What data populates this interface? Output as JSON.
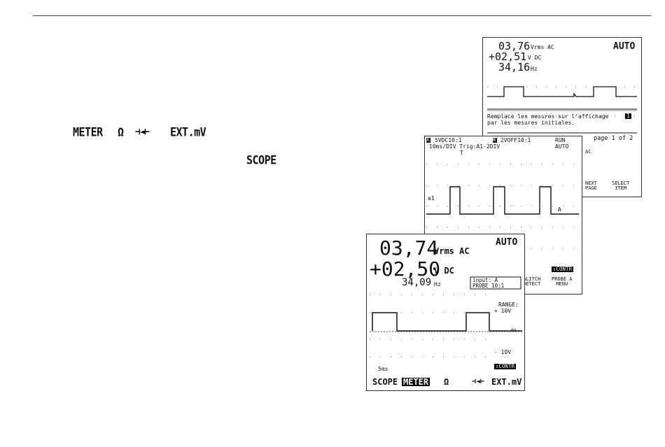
{
  "text_keys": {
    "meter": "METER",
    "ohm": "Ω",
    "diode": "⊣◄⊢",
    "extmv": "EXT.mV",
    "scope": "SCOPE"
  },
  "screen_back": {
    "reading_1": "03,76",
    "unit_1": "Vrms AC",
    "reading_2": "+02,51",
    "unit_2": "V DC",
    "reading_3": "34,16",
    "unit_3": "Hz",
    "mode": "AUTO",
    "help_line_1": "Remplace les mesures sur l'affichage",
    "help_line_2": "par les mesures initiales.",
    "help_icon": "1",
    "page_indicator": "page 1 of 2",
    "side_text": "AC",
    "softkey_next_1": "NEXT",
    "softkey_next_2": "PAGE",
    "softkey_select_1": "SELECT",
    "softkey_select_2": "ITEM"
  },
  "screen_middle": {
    "ch_a_label": "A",
    "ch_a_setting": "5VDC10:1",
    "ch_b_label": "B",
    "ch_b_setting": "2VOFF10:1",
    "run": "RUN",
    "timebase": "10ms/DIV Trig:A1-2DIV",
    "auto": "AUTO",
    "trigger_marker": "T",
    "channel_marker": "a1",
    "ground_marker": "A",
    "contr": "⇕CONTR",
    "softkey_glitch_1": "GLITCH",
    "softkey_glitch_2": "DETECT",
    "softkey_probe_1": "PROBE A",
    "softkey_probe_2": "MENU"
  },
  "screen_front": {
    "reading_1": "03,74",
    "unit_1": "Vrms AC",
    "reading_2": "+02,50",
    "unit_2": "V DC",
    "reading_3": "34,09",
    "unit_3": "Hz",
    "mode": "AUTO",
    "input_line_1": "input: A",
    "input_line_2": "PROBE 10:1",
    "range_label": "RANGE:",
    "range_top": "+ 10V",
    "range_zero": "0V",
    "range_bottom": "- 10V",
    "timebase": "5ms",
    "contr": "⇕CONTR",
    "tab_scope": "SCOPE",
    "tab_meter": "METER",
    "tab_ohm": "Ω",
    "tab_diode": "⊣◄⊢",
    "tab_extmv": "EXT.mV"
  },
  "colors": {
    "ink": "#111111",
    "grid": "#555555",
    "paper": "#ffffff"
  }
}
